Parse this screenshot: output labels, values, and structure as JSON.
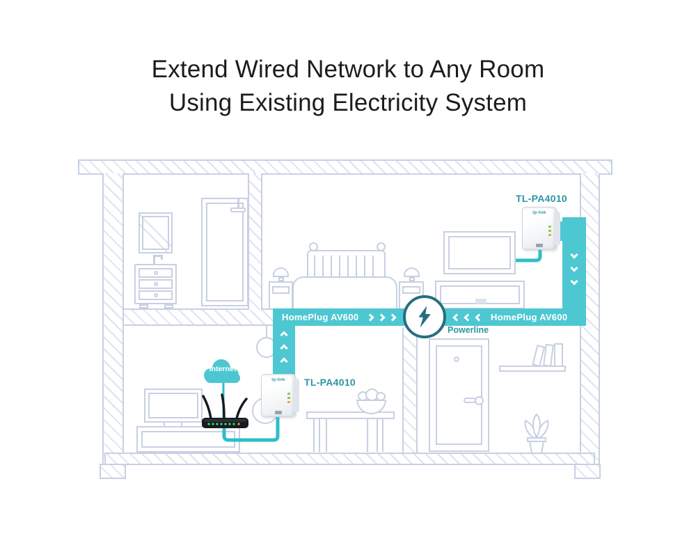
{
  "title": {
    "line1": "Extend Wired Network to Any Room",
    "line2": "Using Existing Electricity System"
  },
  "labels": {
    "homeplug_left": "HomePlug AV600",
    "homeplug_right": "HomePlug AV600",
    "powerline": "Powerline",
    "adapter_model_left": "TL-PA4010",
    "adapter_model_right": "TL-PA4010",
    "internet": "Internet",
    "adapter_logo": "tp-link"
  },
  "icons": {
    "powerline_hub": "lightning-bolt-icon",
    "internet": "cloud-icon",
    "flow_toward_hub_left": "chevron-right-icon",
    "flow_toward_hub_right": "chevron-left-icon",
    "flow_up": "chevron-up-icon",
    "flow_down": "chevron-down-icon"
  },
  "colors": {
    "band": "#4dc8d2",
    "cable": "#2cbfc8",
    "cloud": "#4cc7d1",
    "dark": "#266f80",
    "label": "#2d96a4",
    "line": "#c7d0e2",
    "hatch": "#dde3ef",
    "title": "#1c1c1c",
    "led-green": "#8bc34a",
    "led-amber": "#f0a03c",
    "router": "#171b20"
  }
}
